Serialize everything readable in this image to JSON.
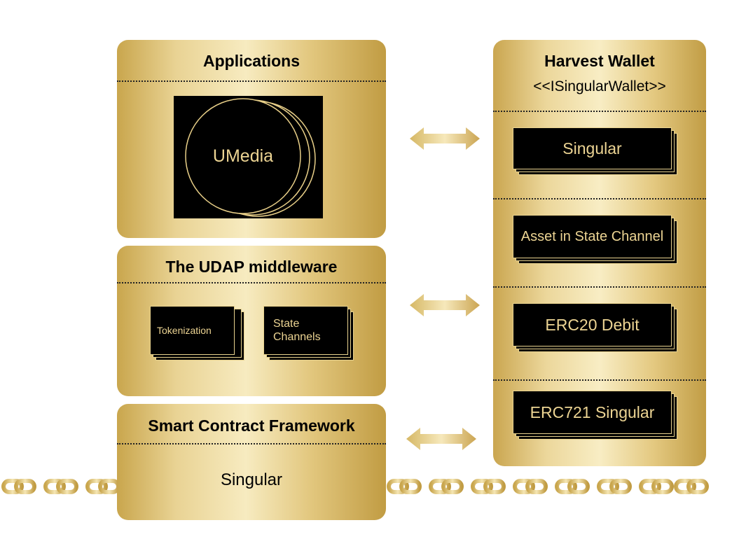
{
  "applications": {
    "title": "Applications",
    "app_label": "UMedia"
  },
  "middleware": {
    "title": "The UDAP middleware",
    "items": [
      "Tokenization",
      "State Channels"
    ]
  },
  "smart_contract": {
    "title": "Smart  Contract  Framework",
    "label": "Singular"
  },
  "wallet": {
    "title": "Harvest Wallet",
    "subtitle": "<<ISingularWallet>>",
    "items": [
      "Singular",
      "Asset in State Channel",
      "ERC20 Debit",
      "ERC721 Singular"
    ]
  },
  "colors": {
    "gold_light": "#f7ebc0",
    "gold_dark": "#c19c43",
    "card": "#000000",
    "card_text": "#ecd493"
  },
  "icons": [
    "double-arrow-icon",
    "chain-link-icon"
  ]
}
